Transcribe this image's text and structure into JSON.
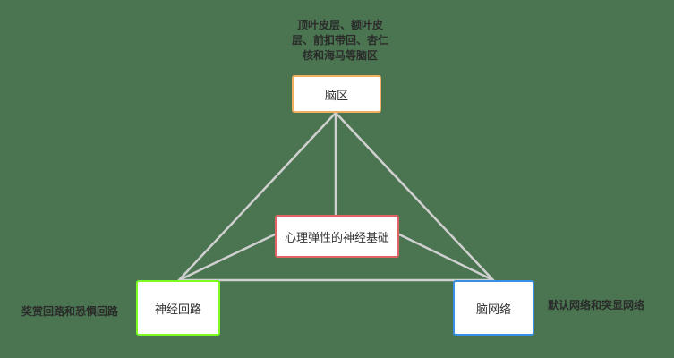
{
  "diagram": {
    "type": "triangle-concept-map",
    "background_color": "#4a7550",
    "link_color": "#d0d0d0",
    "nodes": {
      "brain_region": {
        "label": "脑区",
        "border_color": "#f0b060"
      },
      "center": {
        "label": "心理弹性的神经基础",
        "border_color": "#e06464"
      },
      "neural_circuit": {
        "label": "神经回路",
        "border_color": "#7cfc20"
      },
      "brain_network": {
        "label": "脑网络",
        "border_color": "#3a8ee6"
      }
    },
    "annotations": {
      "brain_region_note": {
        "line1": "顶叶皮层、额叶皮",
        "line2": "层、前扣带回、杏仁",
        "line3": "核和海马等脑区"
      },
      "neural_circuit_note": "奖赏回路和恐惧回路",
      "brain_network_note": "默认网络和突显网络"
    },
    "edges": [
      {
        "from": "brain_region",
        "to": "neural_circuit"
      },
      {
        "from": "brain_region",
        "to": "brain_network"
      },
      {
        "from": "brain_region",
        "to": "center"
      },
      {
        "from": "neural_circuit",
        "to": "brain_network"
      },
      {
        "from": "neural_circuit",
        "to": "center"
      },
      {
        "from": "brain_network",
        "to": "center"
      }
    ]
  }
}
